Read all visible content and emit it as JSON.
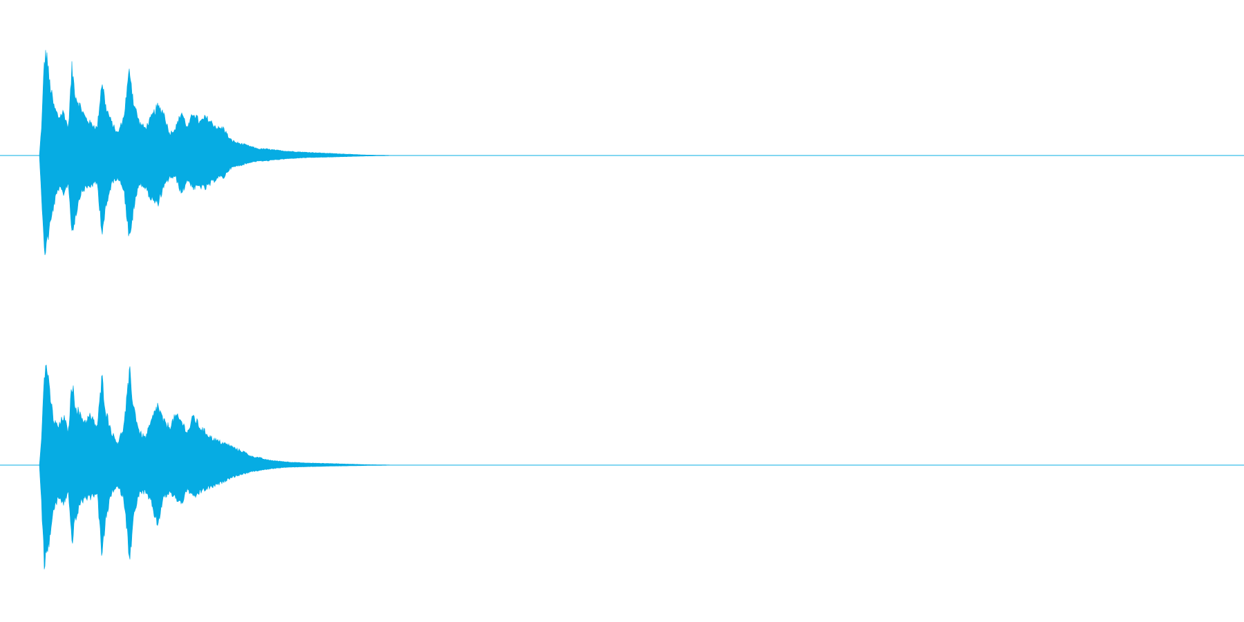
{
  "colors": {
    "background": "#ffffff",
    "waveform": "#06ace3",
    "baseline": "#06ace3"
  },
  "chart_data": {
    "type": "area",
    "description_kind": "stereo-audio-waveform",
    "x_unit": "fraction-of-duration",
    "y_unit": "normalized-amplitude",
    "ylim": [
      -1,
      1
    ],
    "grid": false,
    "legend": "none",
    "channels": [
      {
        "name": "",
        "envelope_upper": [
          [
            0.0,
            0.0
          ],
          [
            0.002,
            0.3
          ],
          [
            0.004,
            0.85
          ],
          [
            0.006,
            0.95
          ],
          [
            0.008,
            0.7
          ],
          [
            0.012,
            0.45
          ],
          [
            0.016,
            0.35
          ],
          [
            0.02,
            0.4
          ],
          [
            0.024,
            0.25
          ],
          [
            0.027,
            0.8
          ],
          [
            0.03,
            0.55
          ],
          [
            0.034,
            0.45
          ],
          [
            0.038,
            0.35
          ],
          [
            0.042,
            0.3
          ],
          [
            0.048,
            0.25
          ],
          [
            0.052,
            0.7
          ],
          [
            0.055,
            0.45
          ],
          [
            0.06,
            0.3
          ],
          [
            0.065,
            0.2
          ],
          [
            0.07,
            0.35
          ],
          [
            0.075,
            0.8
          ],
          [
            0.078,
            0.5
          ],
          [
            0.083,
            0.3
          ],
          [
            0.088,
            0.25
          ],
          [
            0.093,
            0.35
          ],
          [
            0.098,
            0.45
          ],
          [
            0.103,
            0.4
          ],
          [
            0.108,
            0.2
          ],
          [
            0.113,
            0.25
          ],
          [
            0.118,
            0.4
          ],
          [
            0.123,
            0.25
          ],
          [
            0.128,
            0.4
          ],
          [
            0.133,
            0.3
          ],
          [
            0.138,
            0.35
          ],
          [
            0.143,
            0.3
          ],
          [
            0.148,
            0.25
          ],
          [
            0.153,
            0.25
          ],
          [
            0.158,
            0.15
          ],
          [
            0.163,
            0.12
          ],
          [
            0.17,
            0.1
          ],
          [
            0.176,
            0.08
          ],
          [
            0.182,
            0.06
          ],
          [
            0.188,
            0.06
          ],
          [
            0.195,
            0.05
          ],
          [
            0.205,
            0.04
          ],
          [
            0.22,
            0.03
          ],
          [
            0.24,
            0.02
          ],
          [
            0.27,
            0.005
          ],
          [
            0.3,
            0.0
          ]
        ],
        "envelope_lower": [
          [
            0.0,
            0.0
          ],
          [
            0.002,
            -0.4
          ],
          [
            0.004,
            -0.9
          ],
          [
            0.006,
            -0.8
          ],
          [
            0.008,
            -0.7
          ],
          [
            0.012,
            -0.45
          ],
          [
            0.016,
            -0.3
          ],
          [
            0.02,
            -0.35
          ],
          [
            0.024,
            -0.25
          ],
          [
            0.027,
            -0.7
          ],
          [
            0.03,
            -0.55
          ],
          [
            0.034,
            -0.35
          ],
          [
            0.038,
            -0.3
          ],
          [
            0.042,
            -0.28
          ],
          [
            0.048,
            -0.25
          ],
          [
            0.052,
            -0.7
          ],
          [
            0.055,
            -0.5
          ],
          [
            0.06,
            -0.25
          ],
          [
            0.065,
            -0.2
          ],
          [
            0.07,
            -0.3
          ],
          [
            0.075,
            -0.8
          ],
          [
            0.078,
            -0.5
          ],
          [
            0.083,
            -0.25
          ],
          [
            0.088,
            -0.3
          ],
          [
            0.093,
            -0.4
          ],
          [
            0.098,
            -0.45
          ],
          [
            0.103,
            -0.3
          ],
          [
            0.108,
            -0.2
          ],
          [
            0.113,
            -0.2
          ],
          [
            0.118,
            -0.35
          ],
          [
            0.123,
            -0.22
          ],
          [
            0.128,
            -0.3
          ],
          [
            0.133,
            -0.28
          ],
          [
            0.138,
            -0.3
          ],
          [
            0.143,
            -0.25
          ],
          [
            0.148,
            -0.2
          ],
          [
            0.153,
            -0.2
          ],
          [
            0.158,
            -0.12
          ],
          [
            0.163,
            -0.1
          ],
          [
            0.17,
            -0.08
          ],
          [
            0.176,
            -0.06
          ],
          [
            0.182,
            -0.05
          ],
          [
            0.188,
            -0.05
          ],
          [
            0.195,
            -0.04
          ],
          [
            0.205,
            -0.03
          ],
          [
            0.22,
            -0.02
          ],
          [
            0.24,
            -0.015
          ],
          [
            0.27,
            -0.005
          ],
          [
            0.3,
            0.0
          ]
        ]
      },
      {
        "name": "",
        "envelope_upper": [
          [
            0.0,
            0.0
          ],
          [
            0.002,
            0.3
          ],
          [
            0.004,
            0.8
          ],
          [
            0.006,
            0.95
          ],
          [
            0.008,
            0.7
          ],
          [
            0.012,
            0.4
          ],
          [
            0.016,
            0.35
          ],
          [
            0.02,
            0.45
          ],
          [
            0.024,
            0.3
          ],
          [
            0.027,
            0.75
          ],
          [
            0.03,
            0.55
          ],
          [
            0.034,
            0.45
          ],
          [
            0.038,
            0.4
          ],
          [
            0.042,
            0.45
          ],
          [
            0.048,
            0.35
          ],
          [
            0.052,
            0.8
          ],
          [
            0.055,
            0.5
          ],
          [
            0.06,
            0.3
          ],
          [
            0.065,
            0.2
          ],
          [
            0.07,
            0.35
          ],
          [
            0.075,
            0.85
          ],
          [
            0.078,
            0.55
          ],
          [
            0.083,
            0.3
          ],
          [
            0.088,
            0.25
          ],
          [
            0.093,
            0.4
          ],
          [
            0.098,
            0.55
          ],
          [
            0.103,
            0.4
          ],
          [
            0.108,
            0.35
          ],
          [
            0.113,
            0.45
          ],
          [
            0.118,
            0.4
          ],
          [
            0.123,
            0.3
          ],
          [
            0.128,
            0.45
          ],
          [
            0.133,
            0.35
          ],
          [
            0.138,
            0.3
          ],
          [
            0.143,
            0.25
          ],
          [
            0.148,
            0.22
          ],
          [
            0.153,
            0.2
          ],
          [
            0.158,
            0.18
          ],
          [
            0.163,
            0.15
          ],
          [
            0.17,
            0.12
          ],
          [
            0.176,
            0.08
          ],
          [
            0.182,
            0.07
          ],
          [
            0.188,
            0.05
          ],
          [
            0.195,
            0.04
          ],
          [
            0.205,
            0.03
          ],
          [
            0.22,
            0.02
          ],
          [
            0.24,
            0.015
          ],
          [
            0.27,
            0.005
          ],
          [
            0.3,
            0.0
          ]
        ],
        "envelope_lower": [
          [
            0.0,
            0.0
          ],
          [
            0.002,
            -0.4
          ],
          [
            0.004,
            -0.9
          ],
          [
            0.006,
            -0.85
          ],
          [
            0.008,
            -0.7
          ],
          [
            0.012,
            -0.4
          ],
          [
            0.016,
            -0.3
          ],
          [
            0.02,
            -0.35
          ],
          [
            0.024,
            -0.25
          ],
          [
            0.027,
            -0.7
          ],
          [
            0.03,
            -0.5
          ],
          [
            0.034,
            -0.35
          ],
          [
            0.038,
            -0.3
          ],
          [
            0.042,
            -0.3
          ],
          [
            0.048,
            -0.25
          ],
          [
            0.052,
            -0.85
          ],
          [
            0.055,
            -0.5
          ],
          [
            0.06,
            -0.25
          ],
          [
            0.065,
            -0.2
          ],
          [
            0.07,
            -0.3
          ],
          [
            0.075,
            -0.85
          ],
          [
            0.078,
            -0.5
          ],
          [
            0.083,
            -0.25
          ],
          [
            0.088,
            -0.25
          ],
          [
            0.093,
            -0.35
          ],
          [
            0.098,
            -0.55
          ],
          [
            0.103,
            -0.3
          ],
          [
            0.108,
            -0.25
          ],
          [
            0.113,
            -0.3
          ],
          [
            0.118,
            -0.35
          ],
          [
            0.123,
            -0.22
          ],
          [
            0.128,
            -0.3
          ],
          [
            0.133,
            -0.25
          ],
          [
            0.138,
            -0.22
          ],
          [
            0.143,
            -0.2
          ],
          [
            0.148,
            -0.18
          ],
          [
            0.153,
            -0.15
          ],
          [
            0.158,
            -0.12
          ],
          [
            0.163,
            -0.1
          ],
          [
            0.17,
            -0.08
          ],
          [
            0.176,
            -0.06
          ],
          [
            0.182,
            -0.05
          ],
          [
            0.188,
            -0.04
          ],
          [
            0.195,
            -0.03
          ],
          [
            0.205,
            -0.02
          ],
          [
            0.22,
            -0.015
          ],
          [
            0.24,
            -0.01
          ],
          [
            0.27,
            -0.004
          ],
          [
            0.3,
            0.0
          ]
        ]
      }
    ]
  }
}
